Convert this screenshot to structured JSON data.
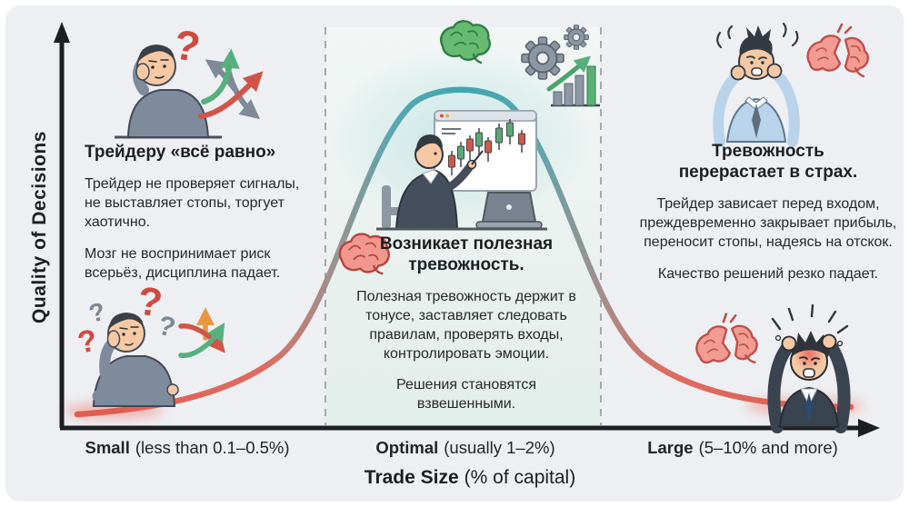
{
  "y_axis": {
    "label": "Quality of Decisions"
  },
  "x_axis": {
    "title_bold": "Trade Size",
    "title_rest": "(% of capital)",
    "ticks": [
      {
        "bold": "Small",
        "rest": "(less than 0.1–0.5%)"
      },
      {
        "bold": "Optimal",
        "rest": "(usually 1–2%)"
      },
      {
        "bold": "Large",
        "rest": "(5–10% and more)"
      }
    ]
  },
  "sections": {
    "small": {
      "title": "Трейдеру «всё равно»",
      "para1": "Трейдер не проверяет сигналы, не выставляет стопы, торгует хаотично.",
      "para2": "Мозг не воспринимает риск всерьёз, дисциплина падает."
    },
    "optimal": {
      "title": "Возникает полезная тревожность.",
      "para1": "Полезная тревожность держит в тонусе, заставляет следовать правилам, проверять входы, контролировать эмоции.",
      "para2": "Решения становятся взвешенными."
    },
    "large": {
      "title": "Тревожность перерастает в страх.",
      "para1": "Трейдер зависает перед входом, преждевременно закрывает прибыль, переносит стопы, надеясь на отскок.",
      "para2": "Качество решений резко падает."
    }
  },
  "icons": {
    "left_top": "bored-trader-with-question-mark-and-tangled-arrows",
    "left_bottom": "confused-trader-with-question-marks-and-crossing-arrows",
    "mid_top": "green-brain, gears, growth-bar-chart",
    "mid_center": "trader-pointing-at-candlestick-chart-with-laptop",
    "mid_title": "pink-brain",
    "right_top": "anxious-trader-holding-head, cracked-brain",
    "right_bottom": "cracked-brain, panicking-red-faced-trader"
  },
  "palette": {
    "board_bg": "#edeff2",
    "axis": "#1b1e22",
    "curve_teal": "#3fa6b2",
    "curve_red": "#e35a4e",
    "dashed_line": "#a5a9ae",
    "text": "#26282b",
    "question_red": "#cf4a40",
    "question_gray": "#7c8894",
    "arrow_green": "#55b07d",
    "arrow_orange": "#e8963f",
    "brain_green": "#66ba72",
    "brain_pink": "#f2978f"
  },
  "chart_data": {
    "type": "line",
    "shape": "bell curve peaking over the Optimal zone",
    "xlabel": "Trade Size (% of capital)",
    "ylabel": "Quality of Decisions",
    "categories": [
      "Small (less than 0.1–0.5%)",
      "Optimal (usually 1–2%)",
      "Large (5–10% and more)"
    ],
    "series": [
      {
        "name": "Quality of Decisions",
        "values": [
          "low",
          "high",
          "low"
        ]
      }
    ],
    "legend": "none",
    "grid": "off"
  }
}
